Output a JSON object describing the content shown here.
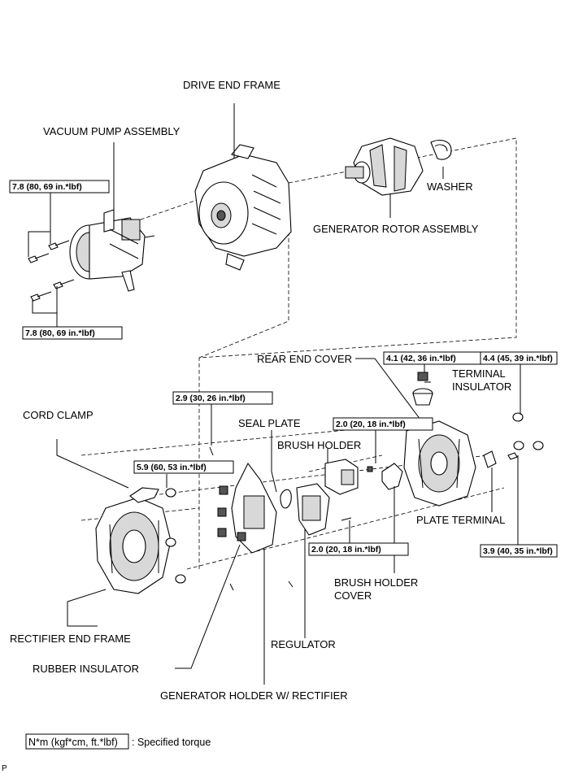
{
  "parts": {
    "drive_end_frame": "DRIVE END FRAME",
    "vacuum_pump_assembly": "VACUUM PUMP ASSEMBLY",
    "washer": "WASHER",
    "generator_rotor_assembly": "GENERATOR ROTOR ASSEMBLY",
    "rear_end_cover": "REAR END COVER",
    "terminal_insulator_line1": "TERMINAL",
    "terminal_insulator_line2": "INSULATOR",
    "cord_clamp": "CORD CLAMP",
    "seal_plate": "SEAL PLATE",
    "brush_holder": "BRUSH HOLDER",
    "plate_terminal": "PLATE TERMINAL",
    "brush_holder_cover_line1": "BRUSH HOLDER",
    "brush_holder_cover_line2": "COVER",
    "rectifier_end_frame": "RECTIFIER END FRAME",
    "regulator": "REGULATOR",
    "rubber_insulator": "RUBBER INSULATOR",
    "generator_holder": "GENERATOR HOLDER W/ RECTIFIER"
  },
  "torques": {
    "vacuum_upper": "7.8 (80, 69 in.*lbf)",
    "vacuum_lower": "7.8 (80, 69 in.*lbf)",
    "terminal_nut": "4.1 (42, 36 in.*lbf)",
    "rear_cover_nut": "4.4 (45, 39 in.*lbf)",
    "holder_screw": "2.9 (30, 26 in.*lbf)",
    "brush_holder_screw": "2.0 (20, 18 in.*lbf)",
    "cord_clamp_nut": "5.9 (60, 53 in.*lbf)",
    "regulator_screw": "2.0 (20, 18 in.*lbf)",
    "plate_terminal_nut": "3.9 (40, 35 in.*lbf)"
  },
  "legend": {
    "box_text": "N*m (kgf*cm, ft.*lbf)",
    "description": ": Specified torque"
  },
  "corner_mark": "P"
}
